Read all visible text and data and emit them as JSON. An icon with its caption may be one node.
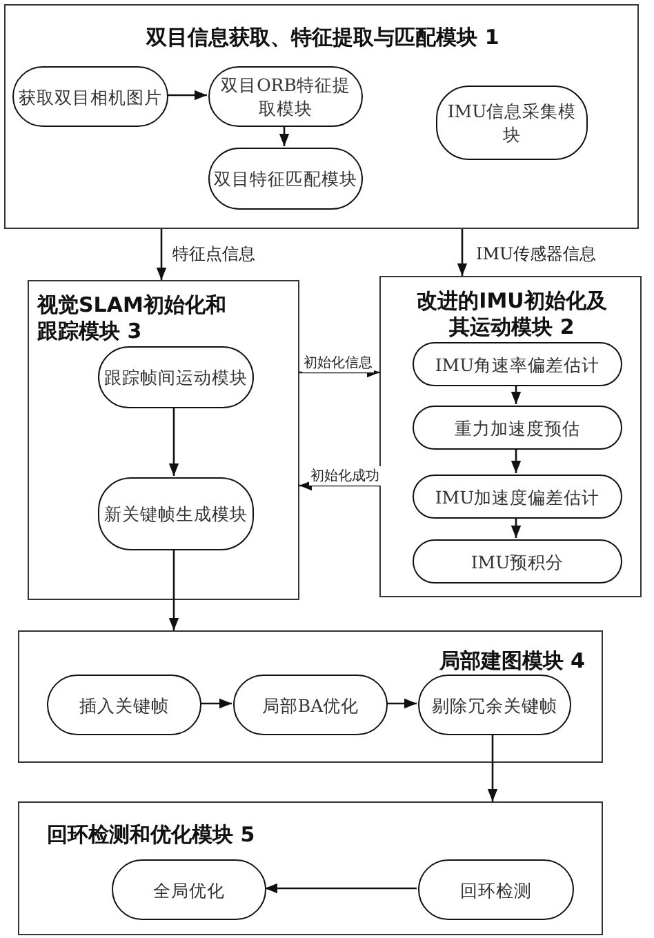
{
  "diagram": {
    "nodes": [
      {
        "text": [
          "双目信息获取、特征提取与匹配模块 1"
        ]
      },
      {
        "text": [
          "获取双目相机图片"
        ],
        "in": 0
      },
      {
        "text": [
          "双目ORB特征提取模块"
        ],
        "in": 0
      },
      {
        "text": [
          "双目特征匹配模块"
        ],
        "in": 0
      },
      {
        "text": [
          "IMU信息采集模块"
        ],
        "in": 0
      },
      {
        "text": [
          "视觉SLAM初始化和跟踪模块 3"
        ]
      },
      {
        "text": [
          "跟踪帧间运动模块"
        ],
        "in": 5
      },
      {
        "text": [
          "新关键帧生成模块"
        ],
        "in": 5
      },
      {
        "text": [
          "改进的IMU初始化及其运动模块 2"
        ]
      },
      {
        "text": [
          "IMU角速率偏差估计"
        ],
        "in": 8
      },
      {
        "text": [
          "重力加速度预估"
        ],
        "in": 8
      },
      {
        "text": [
          "IMU加速度偏差估计"
        ],
        "in": 8
      },
      {
        "text": [
          "IMU预积分"
        ],
        "in": 8
      },
      {
        "text": [
          "局部建图模块 4"
        ]
      },
      {
        "text": [
          "插入关键帧"
        ],
        "in": 13
      },
      {
        "text": [
          "局部BA优化"
        ],
        "in": 13
      },
      {
        "text": [
          "剔除冗余关键帧"
        ],
        "in": 13
      },
      {
        "text": [
          "回环检测和优化模块 5"
        ]
      },
      {
        "text": [
          "全局优化"
        ],
        "in": 17
      },
      {
        "text": [
          "回环检测"
        ],
        "in": 17
      }
    ],
    "edges": [
      {
        "from": 1,
        "to": 2,
        "arrow": "to"
      },
      {
        "from": 2,
        "to": 3,
        "arrow": "to"
      },
      {
        "from": 0,
        "to": 5,
        "arrow": "to",
        "label": "特征点信息"
      },
      {
        "from": 0,
        "to": 8,
        "arrow": "to",
        "label": "IMU传感器信息"
      },
      {
        "from": 5,
        "to": 8,
        "arrow": "to",
        "label": "初始化信息"
      },
      {
        "from": 8,
        "to": 5,
        "arrow": "to",
        "label": "初始化成功"
      },
      {
        "from": 6,
        "to": 7,
        "arrow": "to"
      },
      {
        "from": 9,
        "to": 10,
        "arrow": "to"
      },
      {
        "from": 10,
        "to": 11,
        "arrow": "to"
      },
      {
        "from": 11,
        "to": 12,
        "arrow": "to"
      },
      {
        "from": 7,
        "to": 13,
        "arrow": "to"
      },
      {
        "from": 14,
        "to": 15,
        "arrow": "to"
      },
      {
        "from": 15,
        "to": 16,
        "arrow": "to"
      },
      {
        "from": 16,
        "to": 17,
        "arrow": "to"
      },
      {
        "from": 19,
        "to": 18,
        "arrow": "to"
      }
    ]
  }
}
